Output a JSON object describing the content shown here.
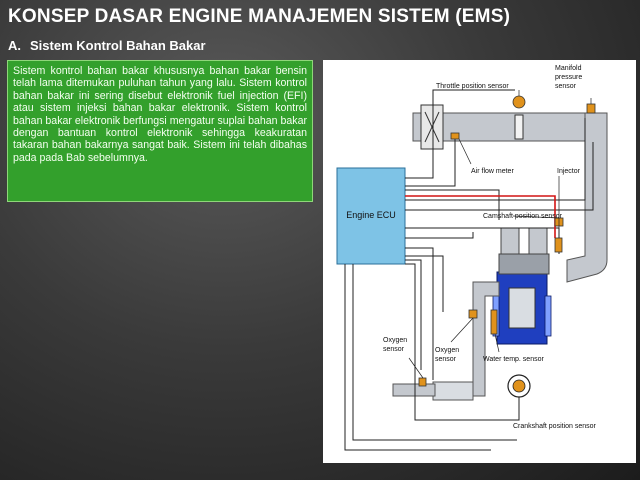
{
  "slide": {
    "title": "KONSEP DASAR ENGINE MANAJEMEN SISTEM (EMS)",
    "subtitle_letter": "A.",
    "subtitle": "Sistem Kontrol Bahan Bakar"
  },
  "body_text": "Sistem kontrol bahan bakar khususnya bahan bakar bensin telah lama ditemukan puluhan tahun yang lalu. Sistem kontrol bahan bakar ini sering disebut elektronik fuel injection (EFI) atau sistem injeksi bahan bakar elektronik. Sistem kontrol bahan bakar elektronik berfungsi mengatur suplai bahan bakar dengan bantuan kontrol elektronik sehingga keakuratan takaran bahan bakarnya sangat baik. Sistem ini telah dibahas pada pada Bab sebelumnya.",
  "colors": {
    "text_box_bg": "#33a02c",
    "diagram_bg": "#ffffff",
    "pipe_fill": "#c4c8ce",
    "ecu_fill": "#7ec3e6",
    "engine_blue": "#1f3fbf",
    "sensor_orange": "#e0921c",
    "fuel_line_red": "#d21414"
  },
  "diagram": {
    "labels": {
      "throttle": "Throttle position sensor",
      "manifold_1": "Manifold",
      "manifold_2": "pressure",
      "manifold_3": "sensor",
      "air_flow": "Air flow meter",
      "injector": "Injector",
      "ecu": "Engine ECU",
      "camshaft": "Camshaft position sensor",
      "oxygen_left_1": "Oxygen",
      "oxygen_left_2": "sensor",
      "oxygen_right_1": "Oxygen",
      "oxygen_right_2": "sensor",
      "water_temp": "Water temp. sensor",
      "crankshaft": "Crankshaft position sensor"
    }
  }
}
